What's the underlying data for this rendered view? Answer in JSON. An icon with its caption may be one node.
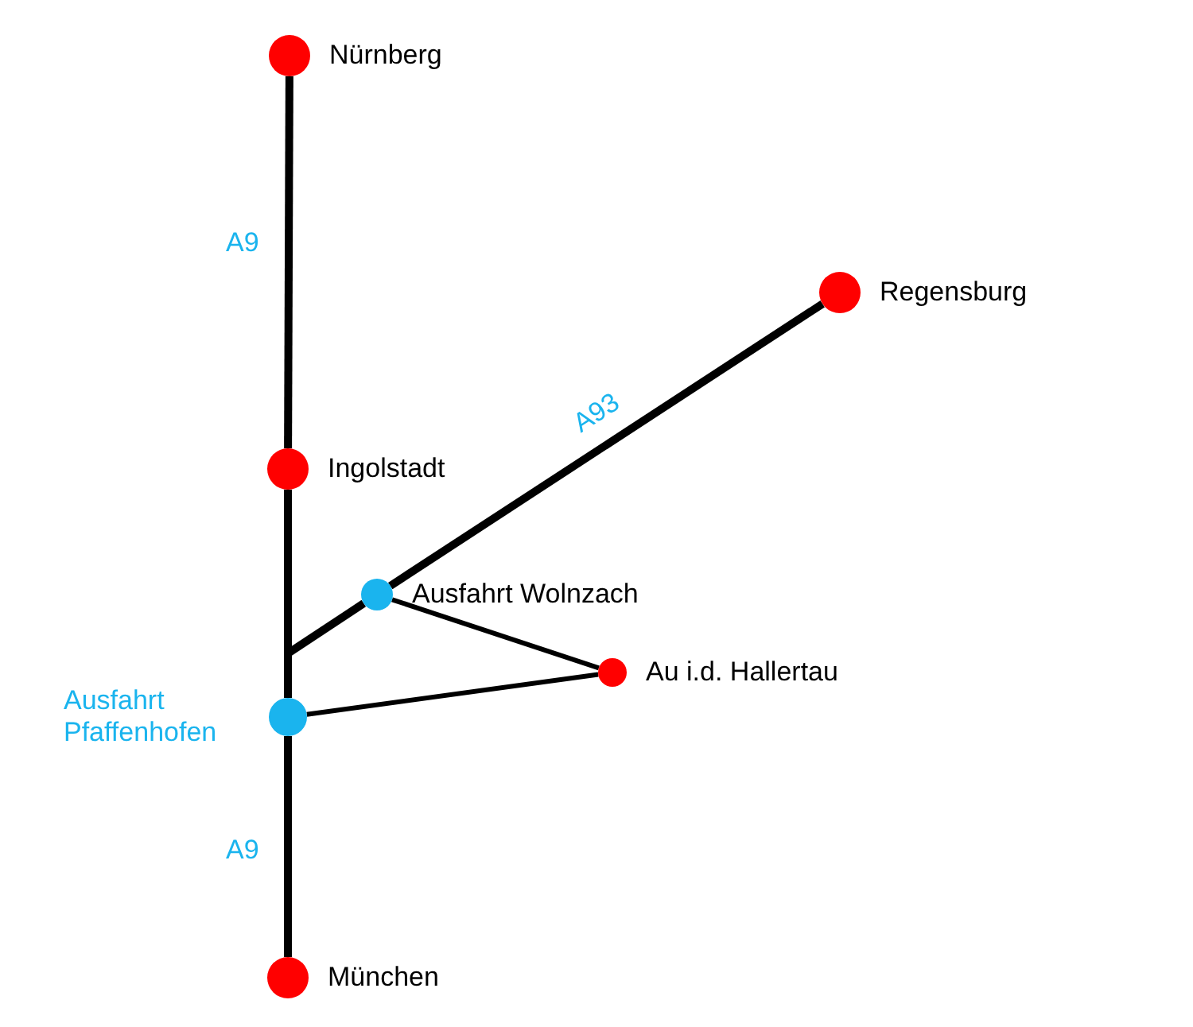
{
  "diagram": {
    "nodes": [
      {
        "text": [
          "Nürnberg"
        ]
      },
      {
        "text": [
          "Regensburg"
        ]
      },
      {
        "text": [
          "Ingolstadt"
        ]
      },
      {
        "text": [
          "Ausfahrt Wolnzach"
        ]
      },
      {
        "text": [
          "Au i.d. Hallertau"
        ]
      },
      {
        "text": [
          "Ausfahrt Pfaffenhofen"
        ]
      },
      {
        "text": [
          "München"
        ]
      }
    ],
    "edges": [
      {
        "from": 0,
        "to": 2,
        "arrow": "none",
        "label": "A9"
      },
      {
        "from": 2,
        "to": 5,
        "arrow": "none"
      },
      {
        "from": 5,
        "to": 6,
        "arrow": "none",
        "label": "A9"
      },
      {
        "from": null,
        "to": 3,
        "arrow": "none"
      },
      {
        "from": 3,
        "to": 1,
        "arrow": "none",
        "label": "A93"
      },
      {
        "from": 3,
        "to": 4,
        "arrow": "none"
      },
      {
        "from": 5,
        "to": 4,
        "arrow": "none"
      }
    ]
  }
}
